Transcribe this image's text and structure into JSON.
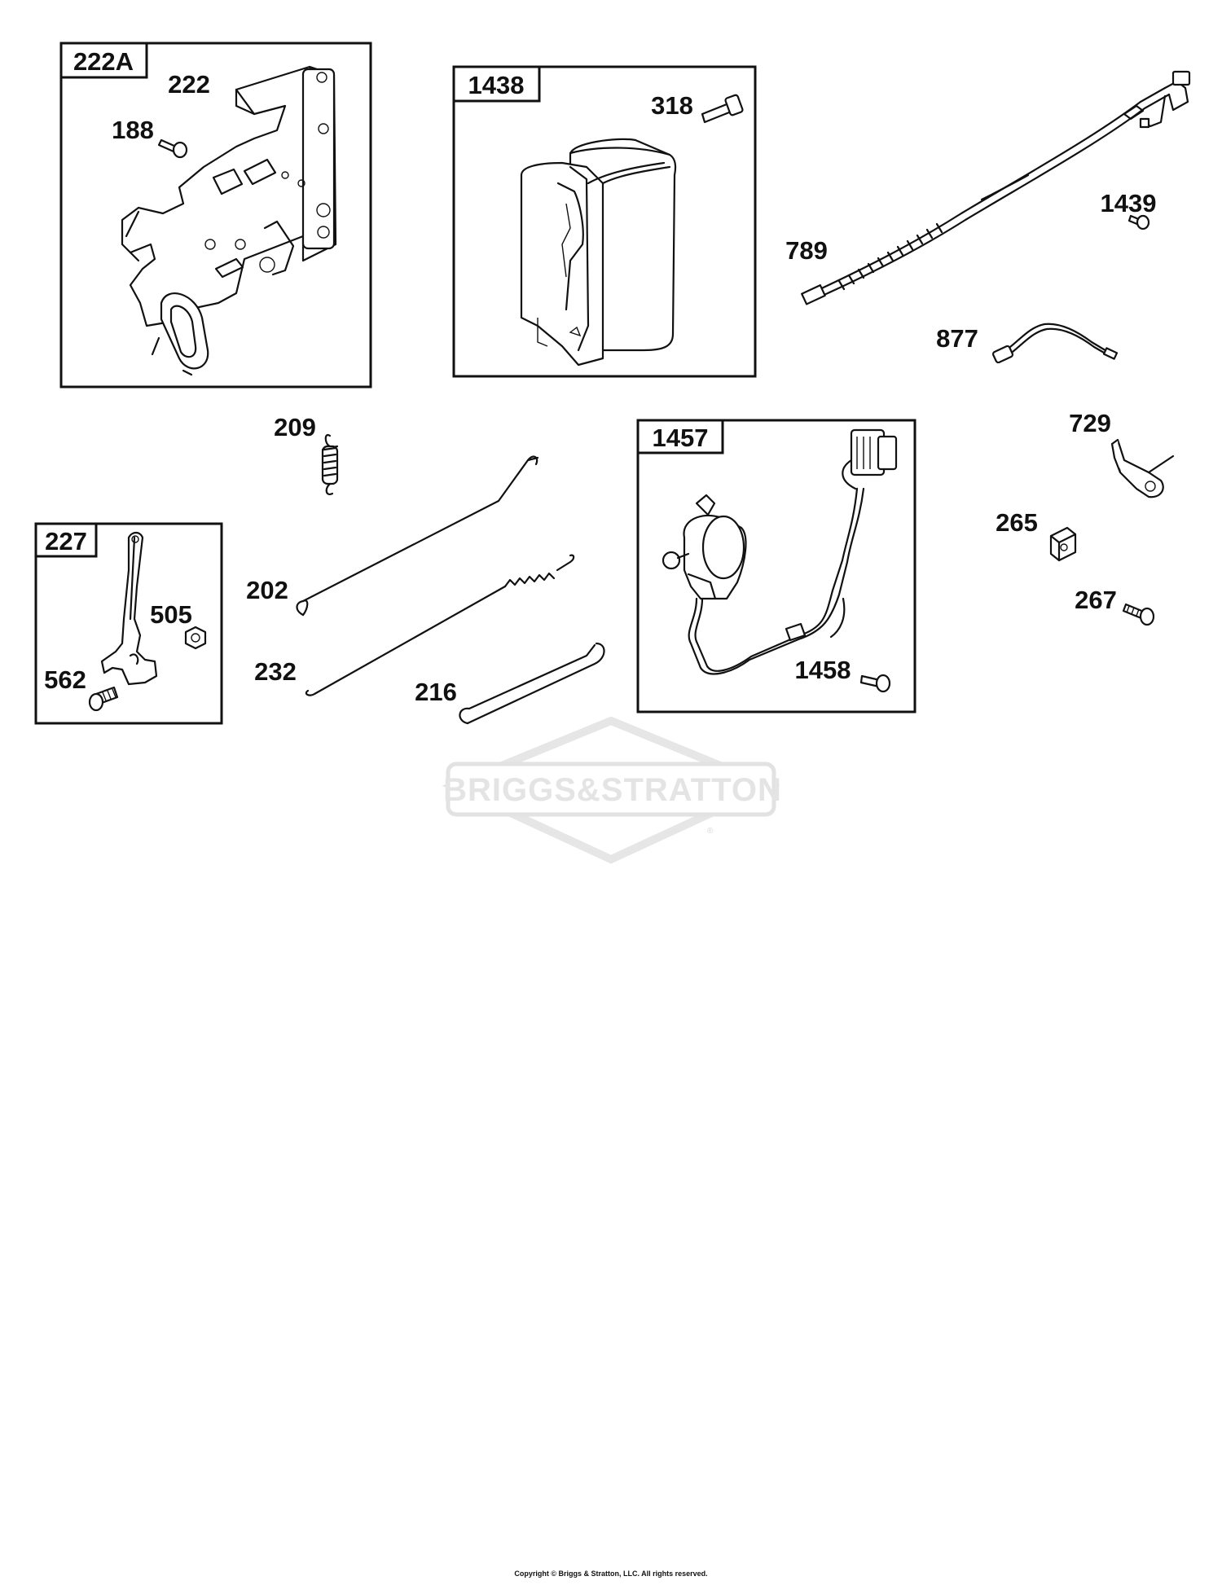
{
  "groups": [
    {
      "id": "222A",
      "label": "222A"
    },
    {
      "id": "1438",
      "label": "1438"
    },
    {
      "id": "227",
      "label": "227"
    },
    {
      "id": "1457",
      "label": "1457"
    }
  ],
  "callouts": {
    "p222": "222",
    "p188": "188",
    "p318": "318",
    "p789": "789",
    "p1439": "1439",
    "p877": "877",
    "p209": "209",
    "p729": "729",
    "p202": "202",
    "p232": "232",
    "p216": "216",
    "p265": "265",
    "p267": "267",
    "p505": "505",
    "p562": "562",
    "p1458": "1458"
  },
  "watermark": {
    "brand": "BRIGGS&STRATTON",
    "mark": "®"
  },
  "footer": {
    "copyright": "Copyright © Briggs & Stratton, LLC. All rights reserved."
  }
}
